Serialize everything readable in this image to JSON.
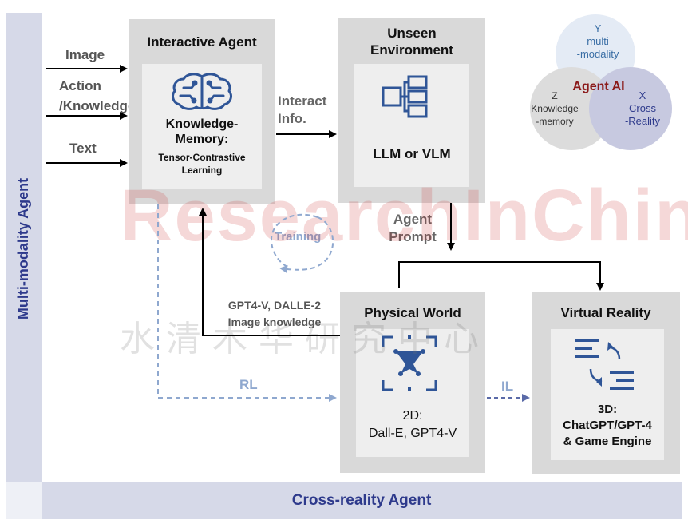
{
  "side_label": "Multi-modality Agent",
  "bottom_label": "Cross-reality Agent",
  "inputs": [
    "Image",
    "Action\n/Knowledge",
    "Text"
  ],
  "interactive_agent": {
    "title": "Interactive Agent",
    "memory_title": "Knowledge-\nMemory:",
    "memory_sub": "Tensor-Contrastive\nLearning"
  },
  "interact_label": "Interact\nInfo.",
  "unseen_env": {
    "title": "Unseen\nEnvironment",
    "model": "LLM or VLM"
  },
  "agent_prompt": "Agent\nPrompt",
  "training_label": "Training",
  "feedback_label": "GPT4-V, DALLE-2\nImage knowledge",
  "physical_world": {
    "title": "Physical World",
    "desc": "2D:\nDall-E, GPT4-V"
  },
  "virtual_reality": {
    "title": "Virtual Reality",
    "desc": "3D:\nChatGPT/GPT-4\n& Game Engine"
  },
  "rl_label": "RL",
  "il_label": "IL",
  "venn": {
    "center": "Agent AI",
    "y": "Y\nmulti\n-modality",
    "z": "Z\nKnowledge\n-memory",
    "x": "X\nCross\n-Reality"
  },
  "watermark": "ResearchInChina",
  "watermark_cn": "水清木华研究中心",
  "colors": {
    "navy": "#2e3a8c",
    "band": "#d6d9e8",
    "dashed_blue": "#8fa8cf",
    "brain_blue": "#2f5597",
    "venn_red": "#8b1a1a"
  }
}
